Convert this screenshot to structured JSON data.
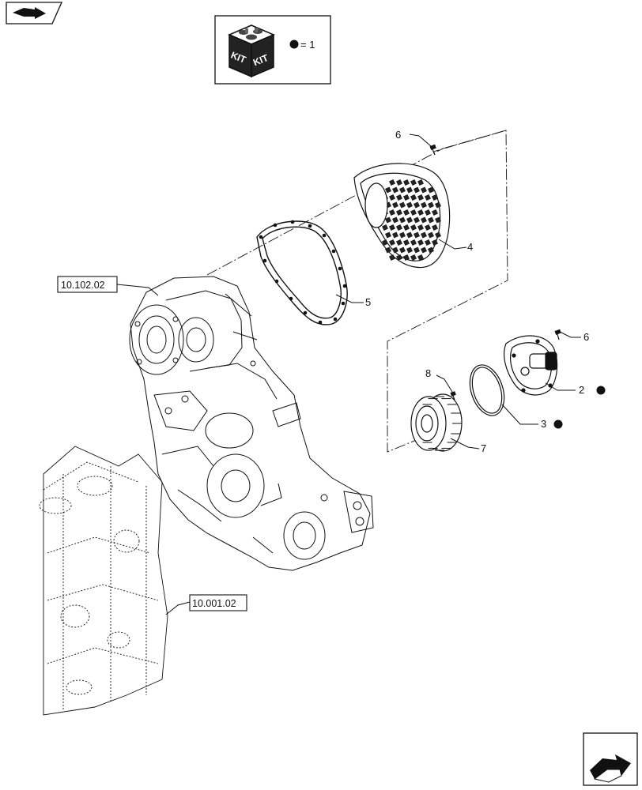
{
  "header": {
    "nav_icon": "previous-page-arrow-icon",
    "kit_box": {
      "icon": "kit-box-icon",
      "kit_text_left": "KIT",
      "kit_text_right": "KIT",
      "legend_text": "= 1"
    }
  },
  "references": [
    {
      "id": "ref-10-102-02",
      "text": "10.102.02"
    },
    {
      "id": "ref-10-001-02",
      "text": "10.001.02"
    }
  ],
  "callouts": [
    {
      "id": "callout-6-top",
      "text": "6",
      "kit": false
    },
    {
      "id": "callout-4",
      "text": "4",
      "kit": false
    },
    {
      "id": "callout-5",
      "text": "5",
      "kit": false
    },
    {
      "id": "callout-6-right",
      "text": "6",
      "kit": false
    },
    {
      "id": "callout-8",
      "text": "8",
      "kit": false
    },
    {
      "id": "callout-2",
      "text": "2",
      "kit": true
    },
    {
      "id": "callout-3",
      "text": "3",
      "kit": true
    },
    {
      "id": "callout-7",
      "text": "7",
      "kit": false
    }
  ],
  "footer": {
    "nav_icon": "next-page-arrow-icon"
  },
  "colors": {
    "line": "#111111",
    "kit_box_fill": "#222222",
    "background": "#ffffff"
  }
}
